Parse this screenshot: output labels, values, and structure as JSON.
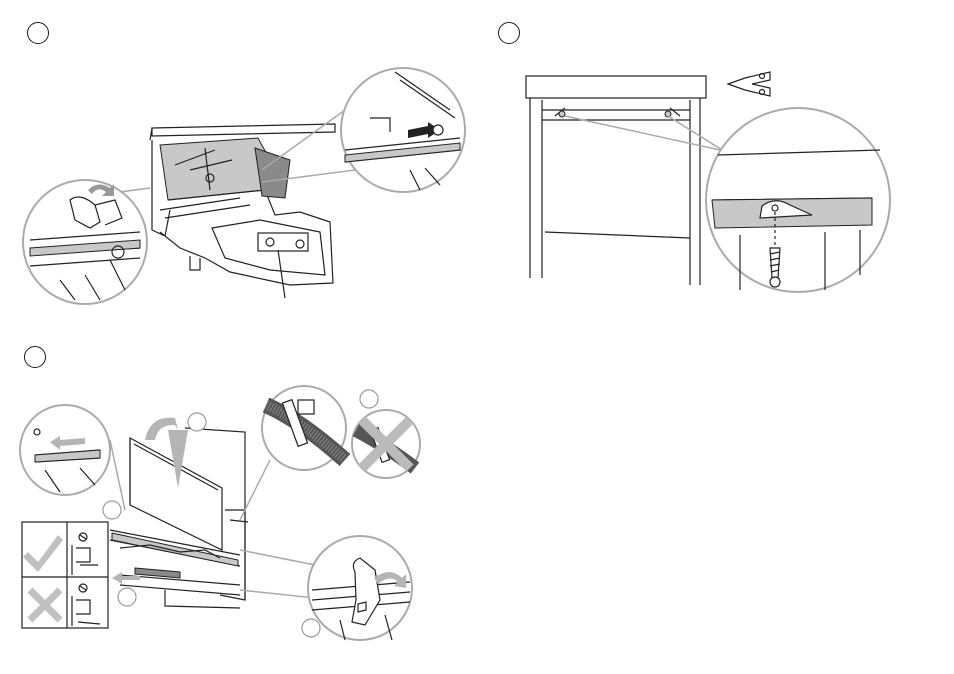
{
  "steps": [
    {
      "id": "step-1",
      "label": ""
    },
    {
      "id": "step-2",
      "label": ""
    },
    {
      "id": "step-3",
      "label": ""
    }
  ],
  "callouts": [
    {
      "id": "callout-a",
      "label": ""
    },
    {
      "id": "callout-b",
      "label": ""
    },
    {
      "id": "callout-c",
      "label": ""
    },
    {
      "id": "callout-d",
      "label": ""
    },
    {
      "id": "callout-e",
      "label": ""
    }
  ],
  "legend": {
    "correct_icon": "check-mark-icon",
    "incorrect_icon": "cross-mark-icon"
  },
  "colors": {
    "line": "#222222",
    "zoom_ring": "#aaaaaa",
    "accent_gray": "#c8c8c8",
    "mark_gray": "#b5b5b5"
  }
}
